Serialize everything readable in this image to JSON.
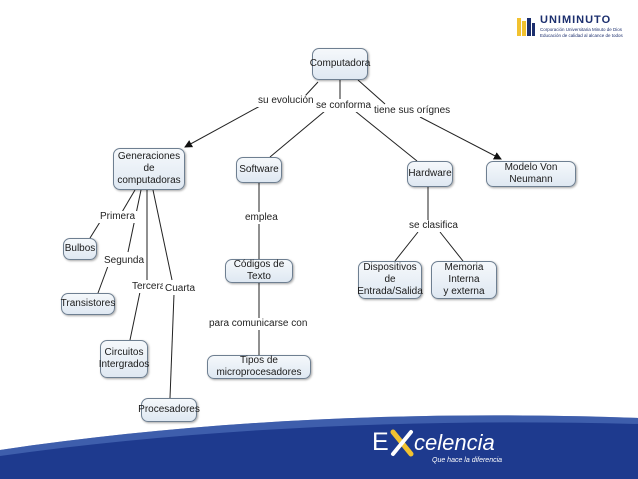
{
  "logo": {
    "name": "UNIMINUTO",
    "line1": "Corporación Universitaria Minuto de Dios",
    "line2": "Educación de calidad al alcance de todos"
  },
  "nodes": {
    "computadora": "Computadora",
    "generaciones": "Generaciones de\ncomputadoras",
    "software": "Software",
    "hardware": "Hardware",
    "von_neumann": "Modelo Von Neumann",
    "bulbos": "Bulbos",
    "transistores": "Transistores",
    "circuitos": "Circuitos\nIntergrados",
    "procesadores": "Procesadores",
    "codigos": "Códigos de Texto",
    "tipos": "Tipos de microprocesadores",
    "dispositivos": "Dispositivos de\nEntrada/Salida",
    "memoria": "Memoria Interna\ny externa"
  },
  "links": {
    "su_evolucion": "su evolución",
    "se_conforma": "se conforma",
    "tiene_origenes": "tiene sus orígnes",
    "primera": "Primera",
    "segunda": "Segunda",
    "tercera": "Tercera",
    "cuarta": "Cuarta",
    "emplea": "emplea",
    "para_comunicarse": "para comunicarse con",
    "se_clasifica": "se clasifica"
  },
  "footer": {
    "brand_e": "E",
    "brand_rest": "celencia",
    "tagline": "Que hace la diferencia"
  },
  "colors": {
    "footer_blue": "#1e3a8e",
    "accent_yellow": "#f2c230",
    "brand_navy": "#1c2f6e"
  }
}
